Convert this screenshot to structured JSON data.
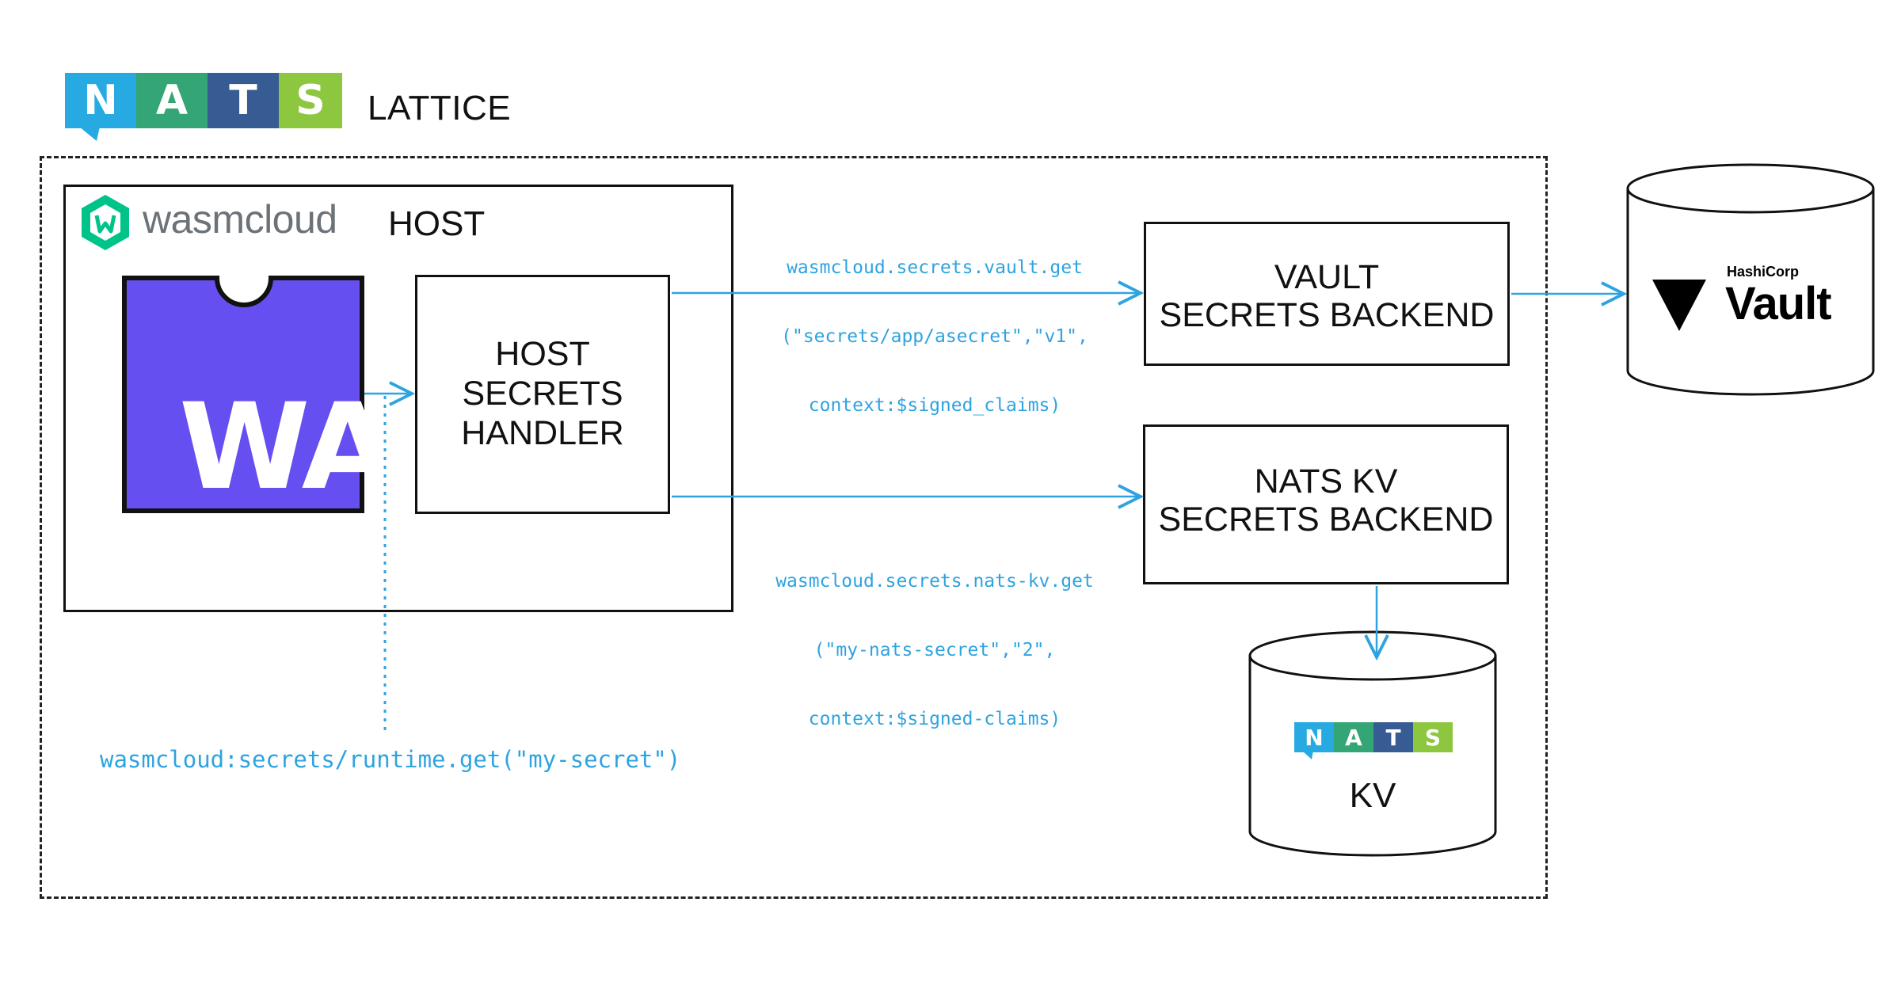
{
  "header": {
    "nats_letters": [
      "N",
      "A",
      "T",
      "S"
    ],
    "lattice_label": "LATTICE"
  },
  "host": {
    "brand": "wasmcloud",
    "label": "HOST",
    "wa_label": "WA"
  },
  "handler": {
    "lines": [
      "HOST",
      "SECRETS",
      "HANDLER"
    ]
  },
  "vault_backend": {
    "lines": [
      "VAULT",
      "SECRETS BACKEND"
    ]
  },
  "natskv_backend": {
    "lines": [
      "NATS KV",
      "SECRETS BACKEND"
    ]
  },
  "vault_store": {
    "company": "HashiCorp",
    "product": "Vault"
  },
  "kv_store": {
    "nats_letters": [
      "N",
      "A",
      "T",
      "S"
    ],
    "label": "KV"
  },
  "calls": {
    "vault_call": [
      "wasmcloud.secrets.vault.get",
      "(\"secrets/app/asecret\",\"v1\",",
      "context:$signed_claims)"
    ],
    "natskv_call": [
      "wasmcloud.secrets.nats-kv.get",
      "(\"my-nats-secret\",\"2\",",
      "context:$signed-claims)"
    ],
    "runtime_call": "wasmcloud:secrets/runtime.get(\"my-secret\")"
  },
  "colors": {
    "nats_cyan": "#27aae1",
    "nats_green": "#34a574",
    "nats_blue": "#375c93",
    "nats_lime": "#8dc63f",
    "wa_purple": "#654ff0",
    "arrow_blue": "#2ea3e0",
    "wasm_green": "#00c389"
  }
}
